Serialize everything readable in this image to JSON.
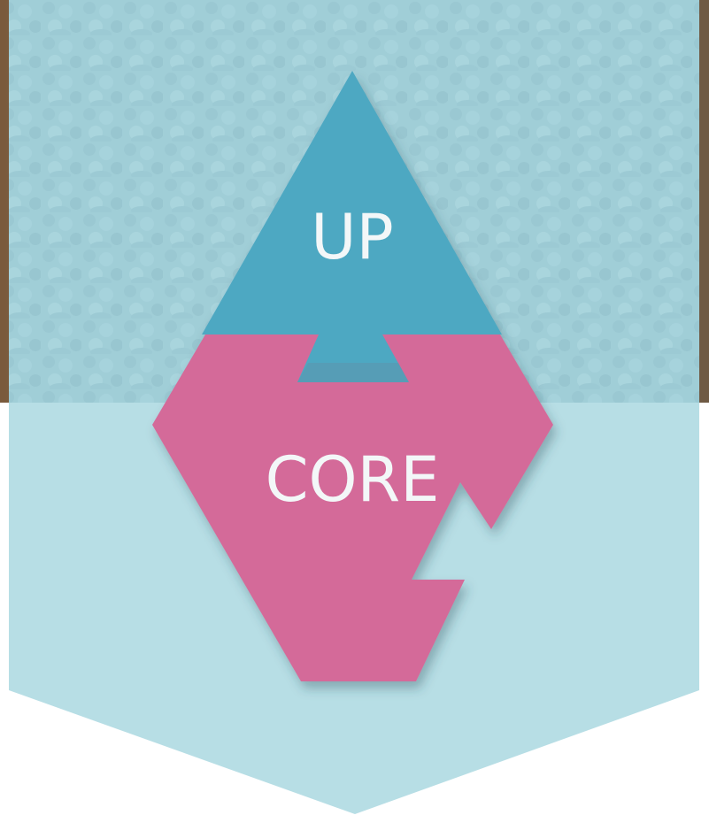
{
  "logo": {
    "top_label": "UP",
    "bottom_label": "CORE"
  },
  "colors": {
    "banner_light": "#b7dee5",
    "photo_overlay": "#a4d1da",
    "top_piece": "#4ea8c2",
    "bottom_piece": "#d46b99",
    "overlap": "#5c93ad",
    "label_text": "#f3f7f8"
  },
  "background": {
    "photo": "crowd-of-people-photo"
  }
}
